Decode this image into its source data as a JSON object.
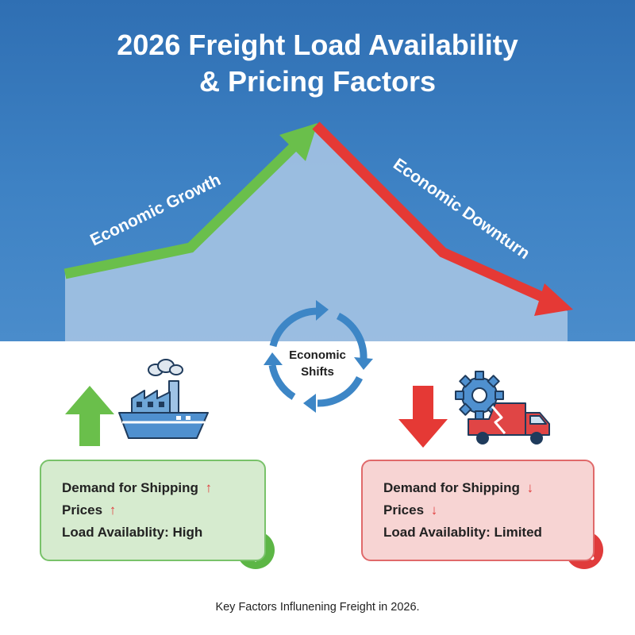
{
  "title": {
    "line1": "2026 Freight Load Availability",
    "line2": "& Pricing Factors"
  },
  "chart_data": {
    "type": "line",
    "series": [
      {
        "name": "Economic Growth",
        "color": "#6abf4b"
      },
      {
        "name": "Economic Downturn",
        "color": "#e53935"
      }
    ]
  },
  "cycle": {
    "line1": "Economic",
    "line2": "Shifts",
    "icon": "cycle-arrows-icon"
  },
  "growth_card": {
    "demand": "Demand for Shipping",
    "demand_arrow": "↑",
    "prices": "Prices",
    "prices_arrow": "↑",
    "availability": "Load Availablity: High",
    "badge_icon": "dollar-icon",
    "badge_symbol": "$"
  },
  "downturn_card": {
    "demand": "Demand for Shipping",
    "demand_arrow": "↓",
    "prices": "Prices",
    "prices_arrow": "↓",
    "availability": "Load Availablity: Limited",
    "badge_icon": "close-icon"
  },
  "footer": "Key Factors Influnening Freight in 2026.",
  "colors": {
    "band": "#3e82c4",
    "growth": "#6abf4b",
    "downturn": "#e53935",
    "cycle": "#3d86c6"
  }
}
